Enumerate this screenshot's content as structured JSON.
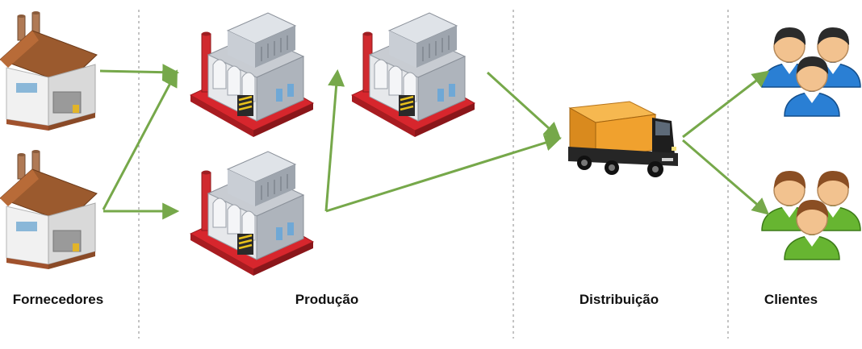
{
  "stages": {
    "fornecedores": "Fornecedores",
    "producao": "Produção",
    "distribuicao": "Distribuição",
    "clientes": "Clientes"
  },
  "icons": {
    "supplier": "supplier-house-icon",
    "factory": "factory-icon",
    "truck": "delivery-truck-icon",
    "customers": "customer-group-icon"
  },
  "colors": {
    "arrow": "#76a84a",
    "divider": "#888888",
    "roof": "#a0522d",
    "factory_base": "#d7262d",
    "truck_cargo": "#f0a12e",
    "customers_blue": "#2a7fd4",
    "customers_green": "#67b531"
  }
}
